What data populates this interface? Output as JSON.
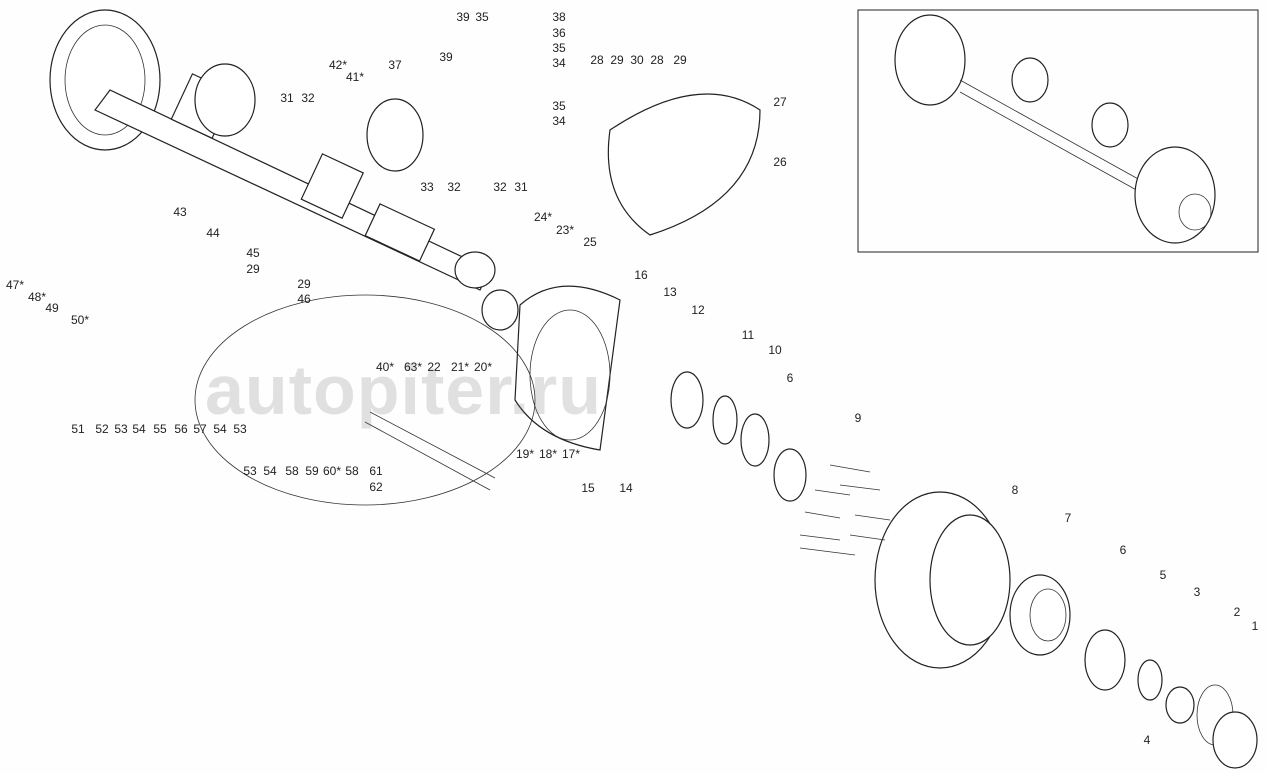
{
  "watermark": "autopiter.ru",
  "labels": [
    "39",
    "35",
    "38",
    "36",
    "35",
    "34",
    "39",
    "42*",
    "41*",
    "37",
    "28",
    "29",
    "30",
    "28",
    "29",
    "27",
    "26",
    "31",
    "32",
    "35",
    "34",
    "33",
    "32",
    "32",
    "31",
    "43",
    "24*",
    "23*",
    "25",
    "44",
    "45",
    "29",
    "29",
    "46",
    "47*",
    "48*",
    "49",
    "50*",
    "16",
    "13",
    "12",
    "11",
    "10",
    "6",
    "40*",
    "63*",
    "22",
    "21*",
    "20*",
    "51",
    "52",
    "53",
    "54",
    "55",
    "56",
    "57",
    "54",
    "53",
    "53",
    "54",
    "58",
    "59",
    "60*",
    "58",
    "61",
    "62",
    "19*",
    "18*",
    "17*",
    "15",
    "14",
    "9",
    "8",
    "7",
    "6",
    "5",
    "3",
    "2",
    "1",
    "4"
  ]
}
